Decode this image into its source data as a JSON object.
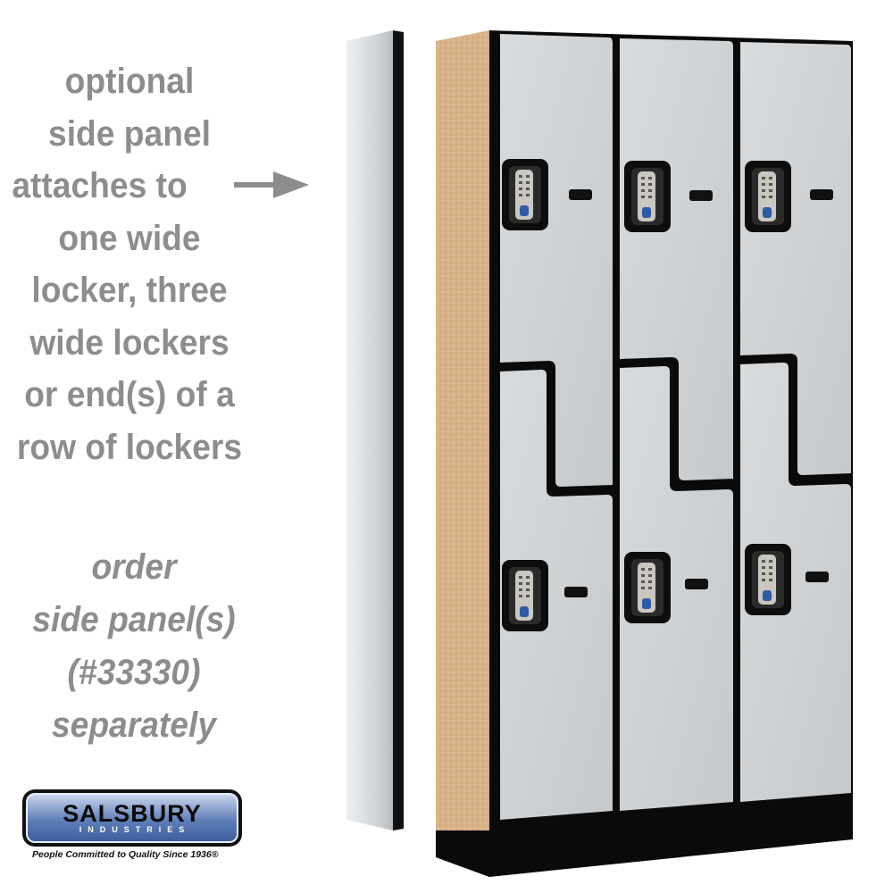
{
  "caption_lines": [
    "optional",
    "side panel",
    "attaches to",
    "one wide",
    "locker, three",
    "wide lockers",
    "or end(s) of a",
    "row of lockers"
  ],
  "order_lines": [
    "order",
    "side panel(s)",
    "(#33330)",
    "separately"
  ],
  "logo": {
    "name": "SALSBURY",
    "subtitle": "INDUSTRIES",
    "tagline": "People Committed to Quality Since 1936®"
  },
  "colors": {
    "text_gray": "#8d8d8d",
    "door_gray": "#cfd2d4",
    "side_tan": "#d9b48a",
    "frame_black": "#0a0a0a"
  },
  "icons": [
    "right-arrow-icon",
    "keypad-lock-icon",
    "door-handle-icon"
  ]
}
